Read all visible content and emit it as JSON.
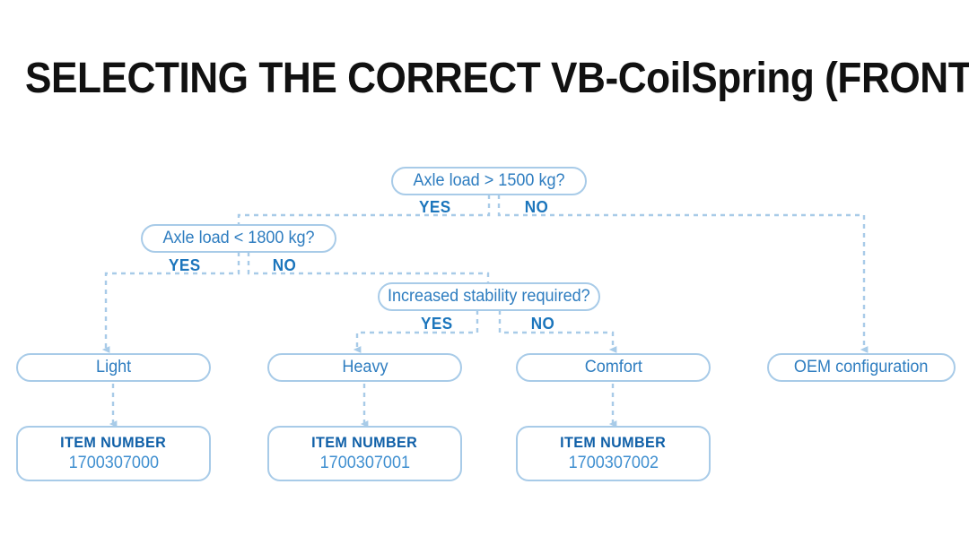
{
  "page": {
    "title": "SELECTING THE CORRECT VB-CoilSpring (FRONT AXLE)",
    "background_color": "#ffffff",
    "box_border_color": "#a8cbe8",
    "box_text_color": "#2e7dc0",
    "branch_label_color": "#1b75bc",
    "item_title_color": "#1060a8",
    "item_number_color": "#3f8fd0",
    "connector_color": "#a8cbe8",
    "title_color": "#111111"
  },
  "flowchart": {
    "type": "decision-tree",
    "decisions": [
      {
        "id": "axle-load-1500",
        "question": "Axle load > 1500 kg?",
        "yes_label": "YES",
        "no_label": "NO",
        "yes_target": "axle-load-1800",
        "no_target": "oem-configuration"
      },
      {
        "id": "axle-load-1800",
        "question": "Axle load < 1800 kg?",
        "yes_label": "YES",
        "no_label": "NO",
        "yes_target": "light",
        "no_target": "increased-stability"
      },
      {
        "id": "increased-stability",
        "question": "Increased stability required?",
        "yes_label": "YES",
        "no_label": "NO",
        "yes_target": "heavy",
        "no_target": "comfort"
      }
    ],
    "results": [
      {
        "id": "light",
        "label": "Light"
      },
      {
        "id": "heavy",
        "label": "Heavy"
      },
      {
        "id": "comfort",
        "label": "Comfort"
      },
      {
        "id": "oem-configuration",
        "label": "OEM configuration"
      }
    ],
    "item_boxes": [
      {
        "id": "item-light",
        "title": "ITEM NUMBER",
        "number": "1700307000",
        "source": "light"
      },
      {
        "id": "item-heavy",
        "title": "ITEM NUMBER",
        "number": "1700307001",
        "source": "heavy"
      },
      {
        "id": "item-comfort",
        "title": "ITEM NUMBER",
        "number": "1700307002",
        "source": "comfort"
      }
    ]
  }
}
